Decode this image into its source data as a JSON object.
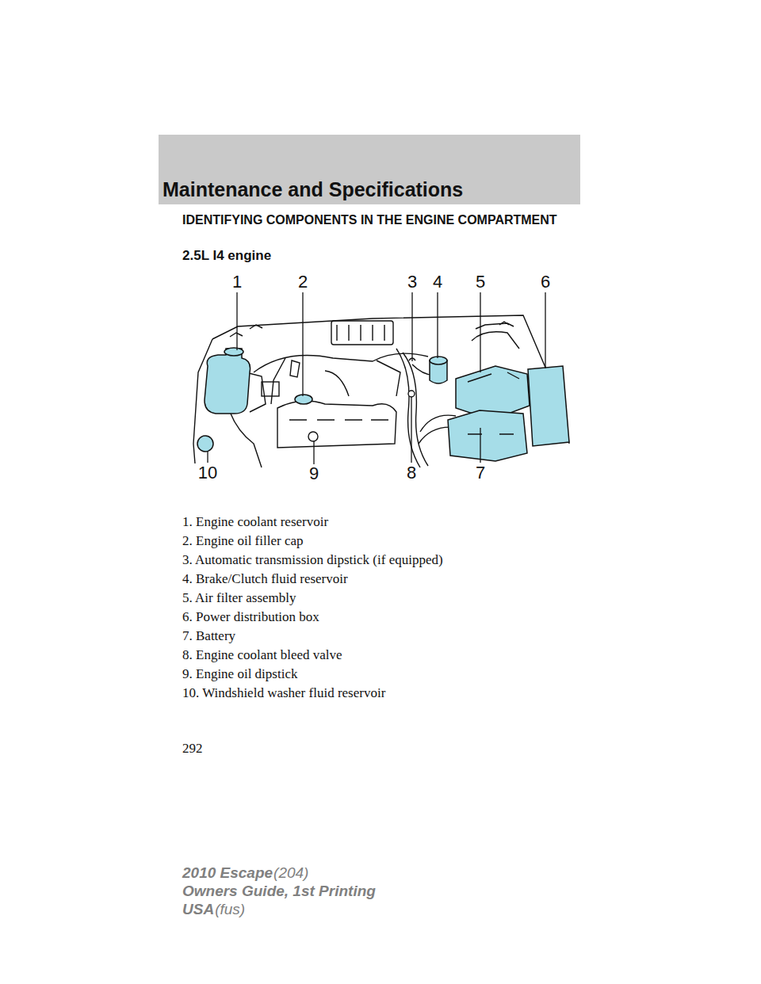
{
  "diagram": {
    "title": "IDENTIFYING COMPONENTS IN THE ENGINE COMPARTMENT",
    "nodes": [
      {
        "text": [
          "Maintenance and Specifications"
        ]
      }
    ],
    "labels": [
      "2.5L I4 engine",
      "1",
      "2",
      "3",
      "4",
      "5",
      "6",
      "10",
      "9",
      "8",
      "7",
      "1. Engine coolant reservoir",
      "2. Engine oil filler cap",
      "3. Automatic transmission dipstick (if equipped)",
      "4. Brake/Clutch fluid reservoir",
      "5. Air filter assembly",
      "6. Power distribution box",
      "7. Battery",
      "8. Engine coolant bleed valve",
      "9. Engine oil dipstick",
      "10. Windshield washer fluid reservoir",
      "292",
      "2010 Escape",
      "(204)",
      "Owners Guide, 1st Printing",
      "USA",
      "(fus)"
    ]
  }
}
